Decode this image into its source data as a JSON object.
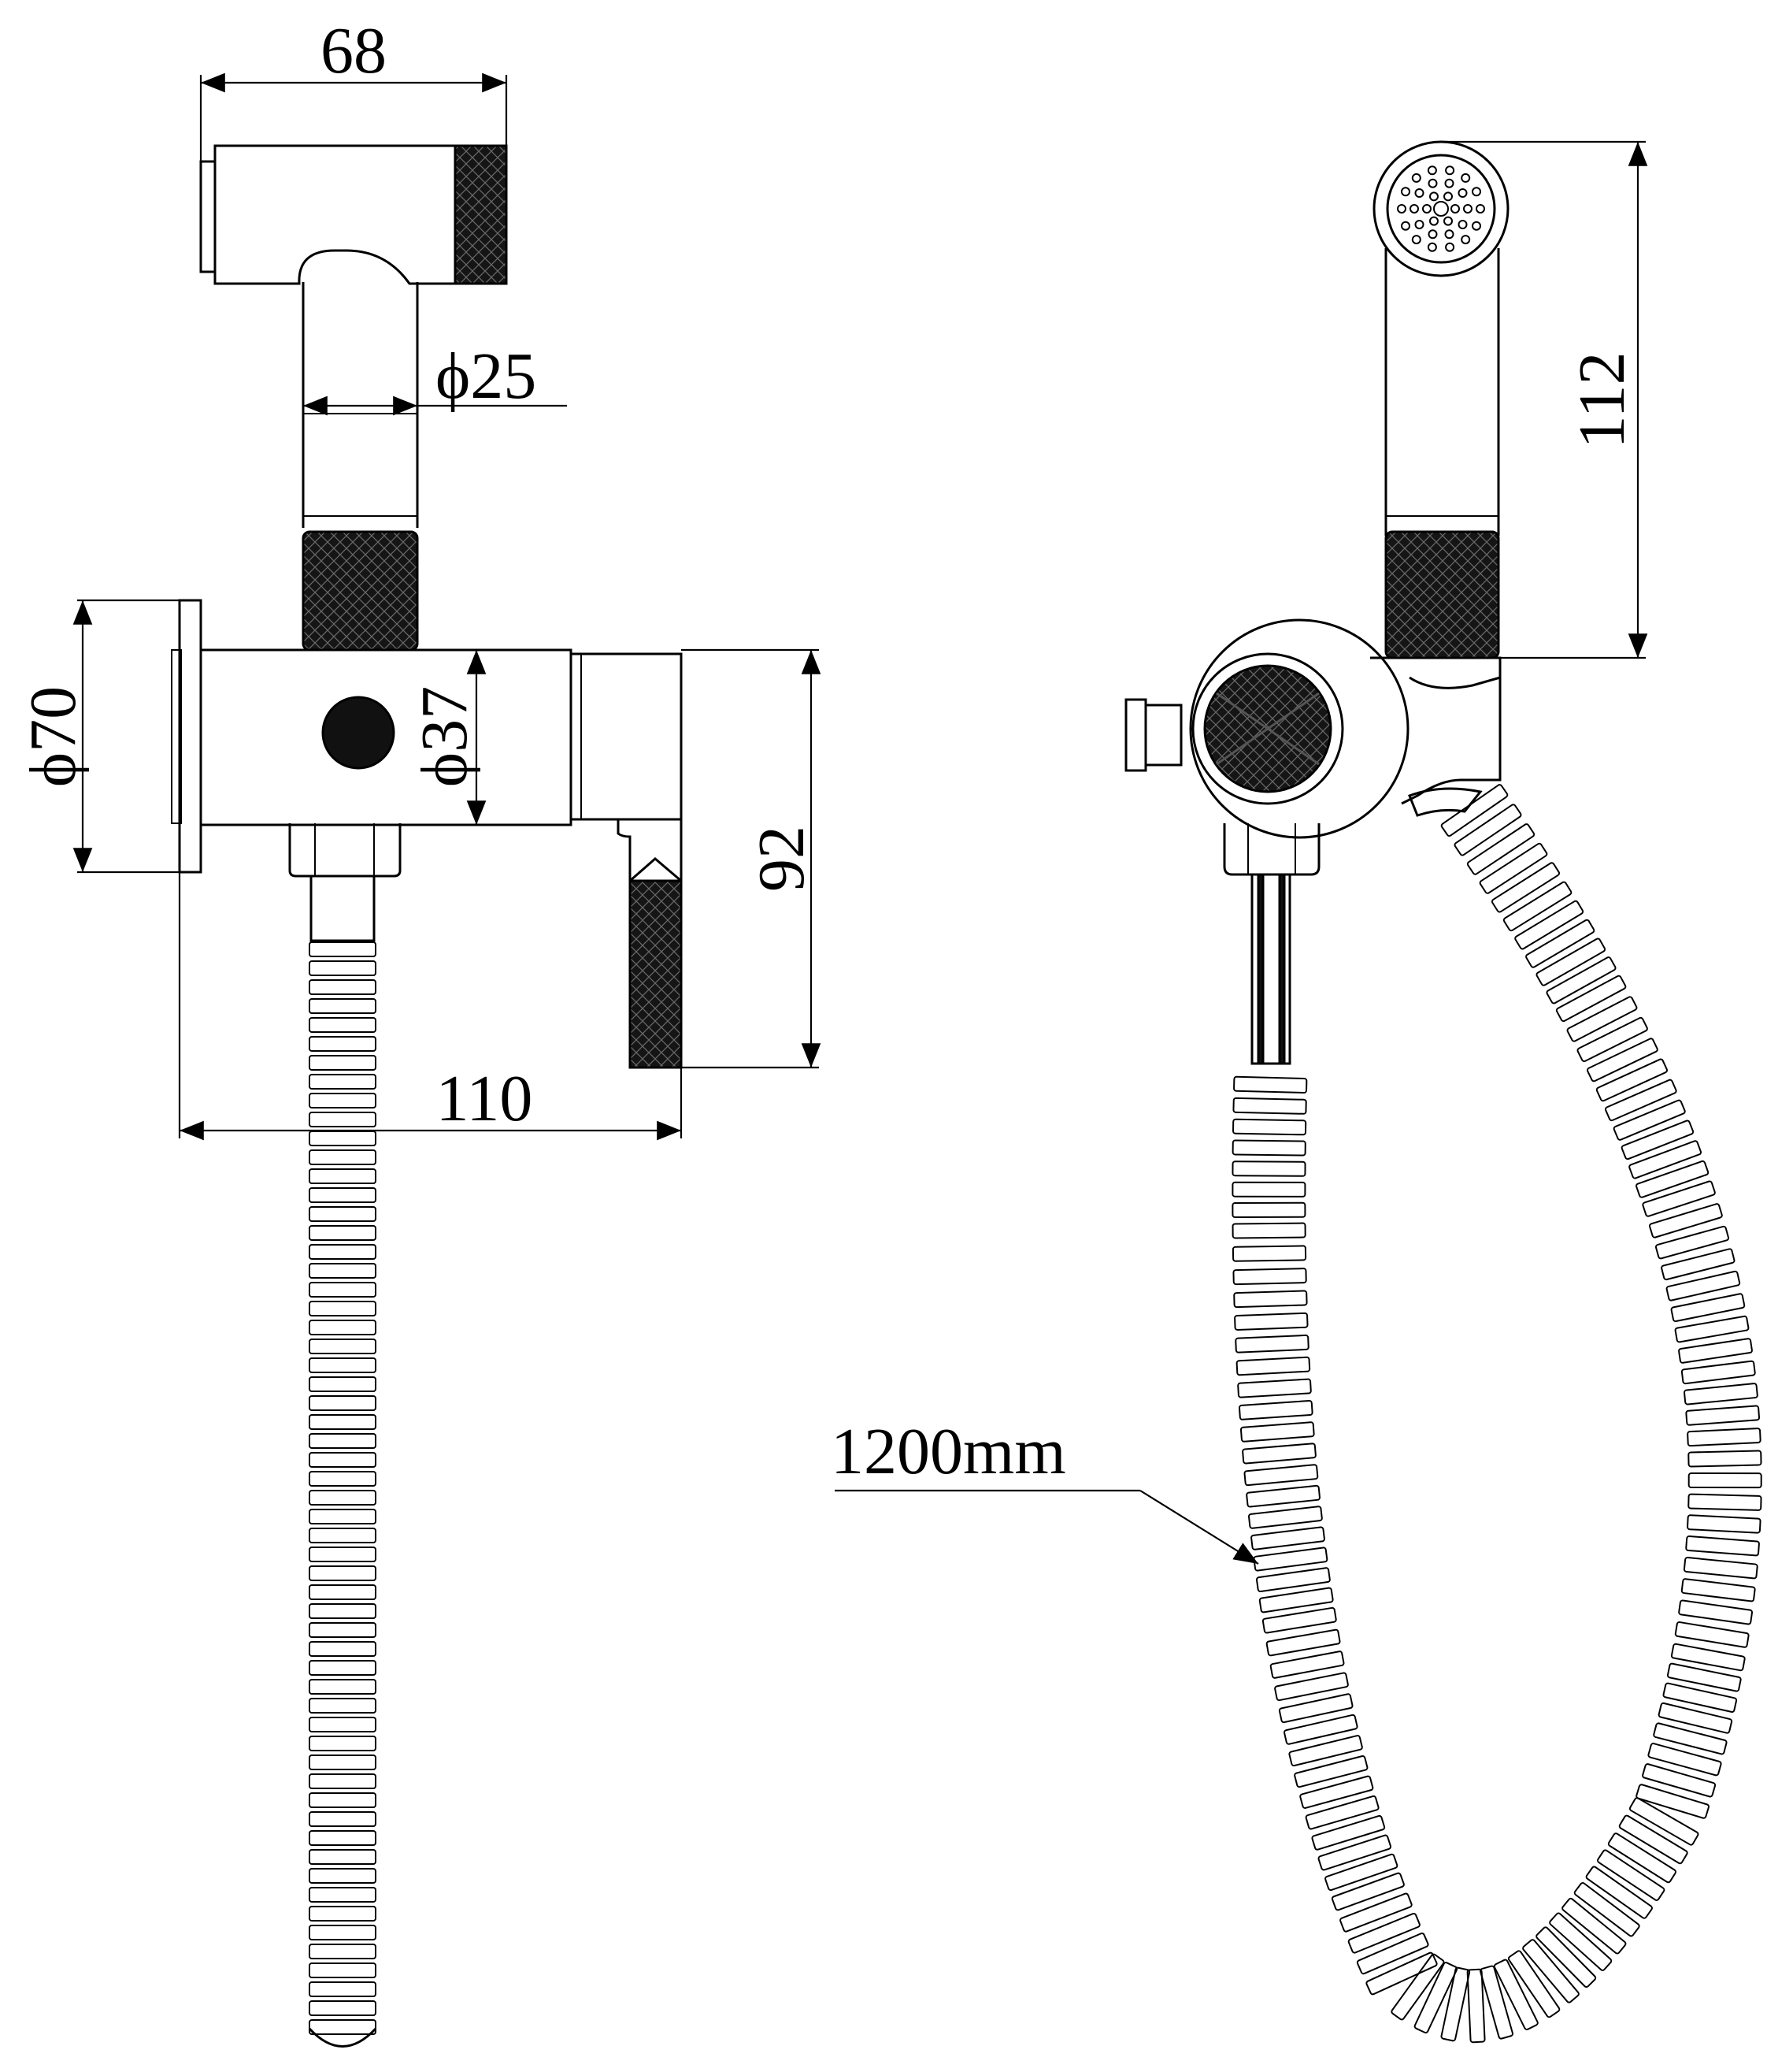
{
  "dimensions": {
    "spray_head_length": "68",
    "head_neck_diameter": "ϕ25",
    "wall_flange_diameter": "ϕ70",
    "valve_body_diameter": "ϕ37",
    "lever_height": "92",
    "overall_depth": "110",
    "spray_height": "112",
    "hose_length": "1200mm"
  },
  "colors": {
    "line": "#000000",
    "background": "#ffffff",
    "knurl": "#1b1b1b"
  }
}
